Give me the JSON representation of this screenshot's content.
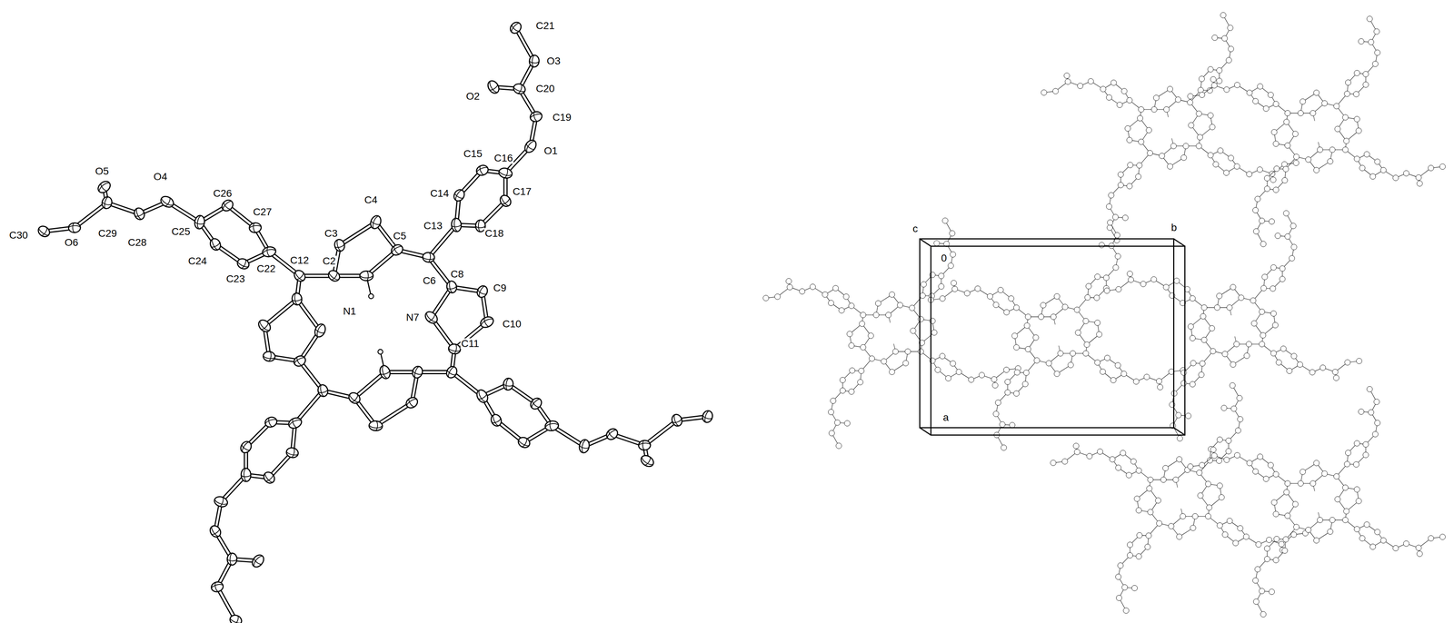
{
  "diagram": {
    "labels": [
      "C21",
      "O3",
      "O2",
      "C20",
      "C19",
      "O1",
      "C15",
      "C16",
      "C4",
      "C14",
      "C17",
      "C3",
      "C5",
      "O5",
      "O4",
      "C26",
      "C13",
      "C18",
      "C30",
      "O6",
      "C29",
      "C28",
      "C27",
      "C25",
      "C24",
      "C22",
      "C12",
      "C2",
      "C23",
      "C6",
      "N1",
      "C8",
      "C9",
      "N7",
      "C10",
      "C11",
      "c",
      "b",
      "0",
      "a"
    ]
  }
}
